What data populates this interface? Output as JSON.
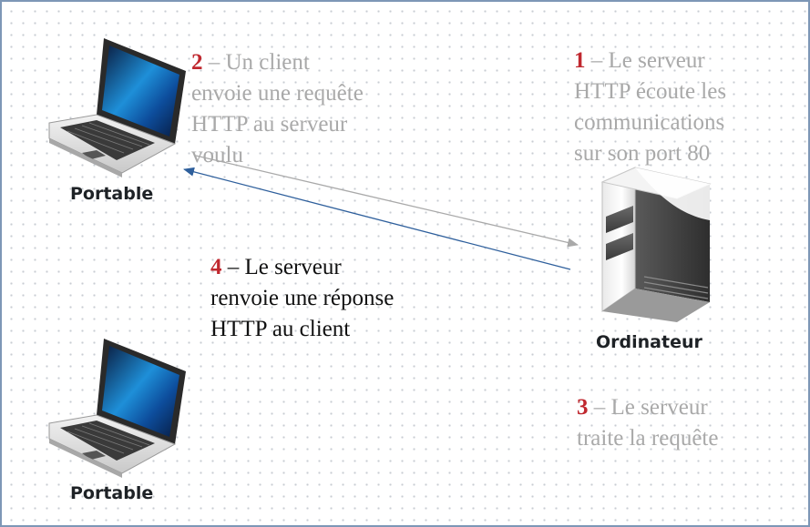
{
  "devices": {
    "laptop_top_label": "Portable",
    "laptop_bottom_label": "Portable",
    "server_label": "Ordinateur"
  },
  "steps": [
    {
      "number": "1",
      "text": "– Le serveur\nHTTP écoute les\ncommunications\nsur son port 80"
    },
    {
      "number": "2",
      "text": "– Un client\nenvoie une requête\nHTTP au serveur\nvoulu"
    },
    {
      "number": "3",
      "text": "– Le serveur\ntraite la requête"
    },
    {
      "number": "4",
      "text": "– Le serveur\nrenvoie une réponse\nHTTP au client"
    }
  ],
  "colors": {
    "step_number": "#c0282f",
    "step_text_muted": "#a9a9a9",
    "step_text_active": "#111111",
    "request_arrow": "#a9a9a9",
    "response_arrow": "#2e5f9c",
    "border": "#7d97b6"
  },
  "icons": {
    "laptop": "laptop-icon",
    "server": "server-tower-icon"
  }
}
